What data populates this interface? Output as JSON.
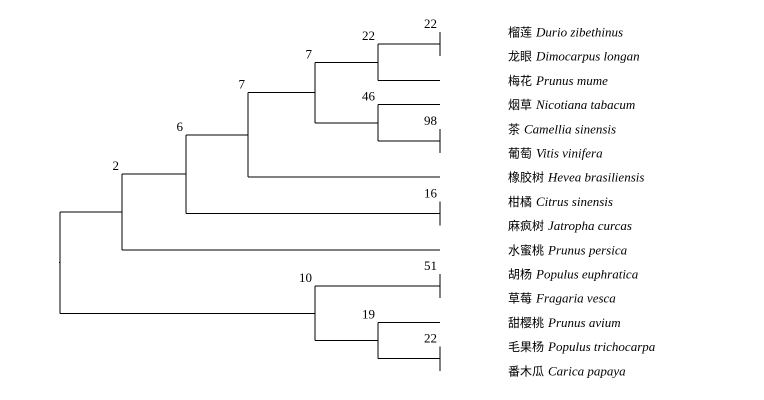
{
  "diagram": {
    "type": "phylogenetic-tree",
    "taxa": [
      {
        "cn": "榴莲",
        "sci": "Durio zibethinus"
      },
      {
        "cn": "龙眼",
        "sci": "Dimocarpus longan"
      },
      {
        "cn": "梅花",
        "sci": "Prunus mume"
      },
      {
        "cn": "烟草",
        "sci": "Nicotiana tabacum"
      },
      {
        "cn": "茶",
        "sci": "Camellia sinensis"
      },
      {
        "cn": "葡萄",
        "sci": "Vitis vinifera"
      },
      {
        "cn": "橡胶树",
        "sci": "Hevea brasiliensis"
      },
      {
        "cn": "柑橘",
        "sci": "Citrus sinensis"
      },
      {
        "cn": "麻疯树",
        "sci": "Jatropha curcas"
      },
      {
        "cn": "水蜜桃",
        "sci": "Prunus persica"
      },
      {
        "cn": "胡杨",
        "sci": "Populus euphratica"
      },
      {
        "cn": "草莓",
        "sci": "Fragaria vesca"
      },
      {
        "cn": "甜樱桃",
        "sci": "Prunus avium"
      },
      {
        "cn": "毛果杨",
        "sci": "Populus trichocarpa"
      },
      {
        "cn": "番木瓜",
        "sci": "Carica papaya"
      }
    ],
    "nodes": [
      {
        "id": "root",
        "children": [
          "n2",
          "n10"
        ],
        "support": ""
      },
      {
        "id": "n2",
        "children": [
          "n6",
          "t9"
        ],
        "support": "2"
      },
      {
        "id": "n6",
        "children": [
          "n7a",
          "n16"
        ],
        "support": "6"
      },
      {
        "id": "n7a",
        "children": [
          "n7b",
          "t6"
        ],
        "support": "7"
      },
      {
        "id": "n7b",
        "children": [
          "n46",
          "n22a"
        ],
        "support": "7"
      },
      {
        "id": "n22a",
        "children": [
          "n22b",
          "t2"
        ],
        "support": "22"
      },
      {
        "id": "n22b",
        "children": [
          "t0",
          "t1"
        ],
        "support": "22"
      },
      {
        "id": "n46",
        "children": [
          "t3",
          "n98"
        ],
        "support": "46"
      },
      {
        "id": "n98",
        "children": [
          "t4",
          "t5"
        ],
        "support": "98"
      },
      {
        "id": "n16",
        "children": [
          "t7",
          "t8"
        ],
        "support": "16"
      },
      {
        "id": "n10",
        "children": [
          "n51",
          "n19"
        ],
        "support": "10"
      },
      {
        "id": "n51",
        "children": [
          "t10",
          "t11"
        ],
        "support": "51"
      },
      {
        "id": "n19",
        "children": [
          "t12",
          "n22c"
        ],
        "support": "19"
      },
      {
        "id": "n22c",
        "children": [
          "t13",
          "t14"
        ],
        "support": "22"
      }
    ]
  }
}
